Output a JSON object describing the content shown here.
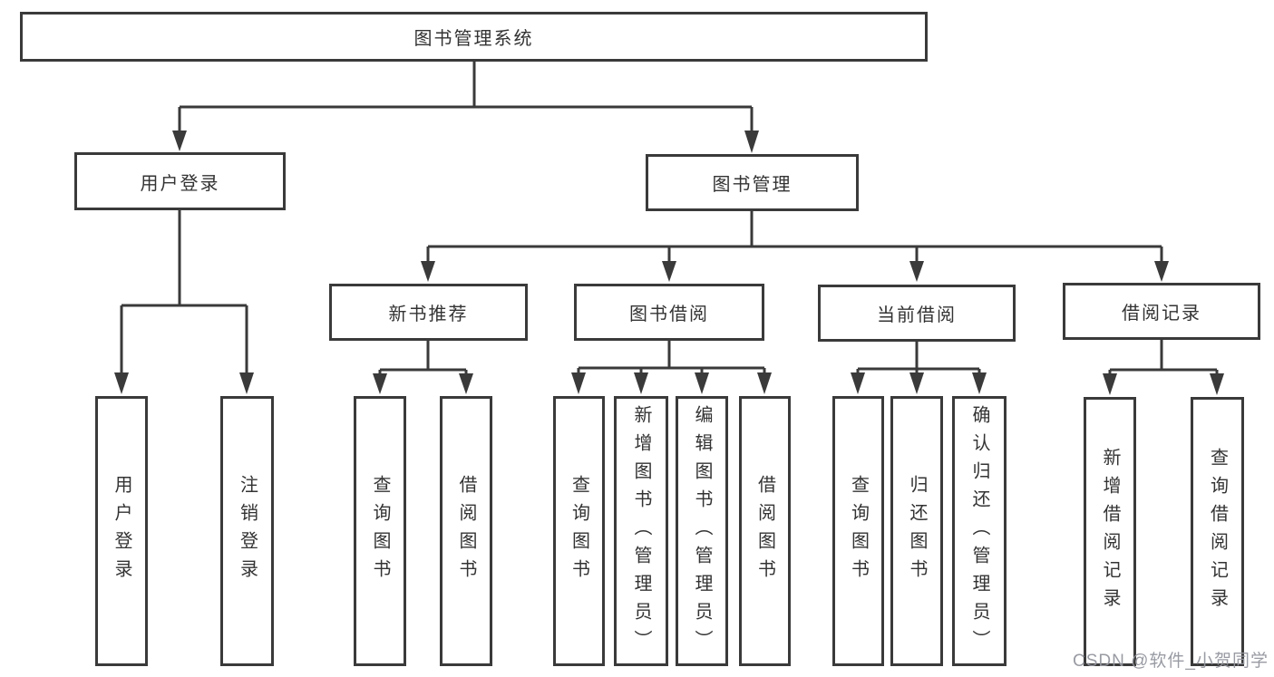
{
  "diagram": {
    "title": "图书管理系统",
    "level1": {
      "user_login": "用户登录",
      "book_management": "图书管理"
    },
    "level2": {
      "new_book_recommend": "新书推荐",
      "book_borrow": "图书借阅",
      "current_borrow": "当前借阅",
      "borrow_record": "借阅记录"
    },
    "leaves": {
      "user_login": "用户登录",
      "logout_login": "注销登录",
      "rec_query_book": "查询图书",
      "rec_borrow_book": "借阅图书",
      "bb_query_book": "查询图书",
      "bb_add_book": "新增图书（管理员）",
      "bb_edit_book": "编辑图书（管理员）",
      "bb_borrow_book": "借阅图书",
      "cb_query_book": "查询图书",
      "cb_return_book": "归还图书",
      "cb_confirm_return": "确认归还（管理员）",
      "br_add_record": "新增借阅记录",
      "br_query_record": "查询借阅记录"
    }
  },
  "watermark": "CSDN @软件_小贺同学",
  "colors": {
    "line": "#3a3a3a",
    "text": "#333333",
    "watermark": "#94969e"
  }
}
